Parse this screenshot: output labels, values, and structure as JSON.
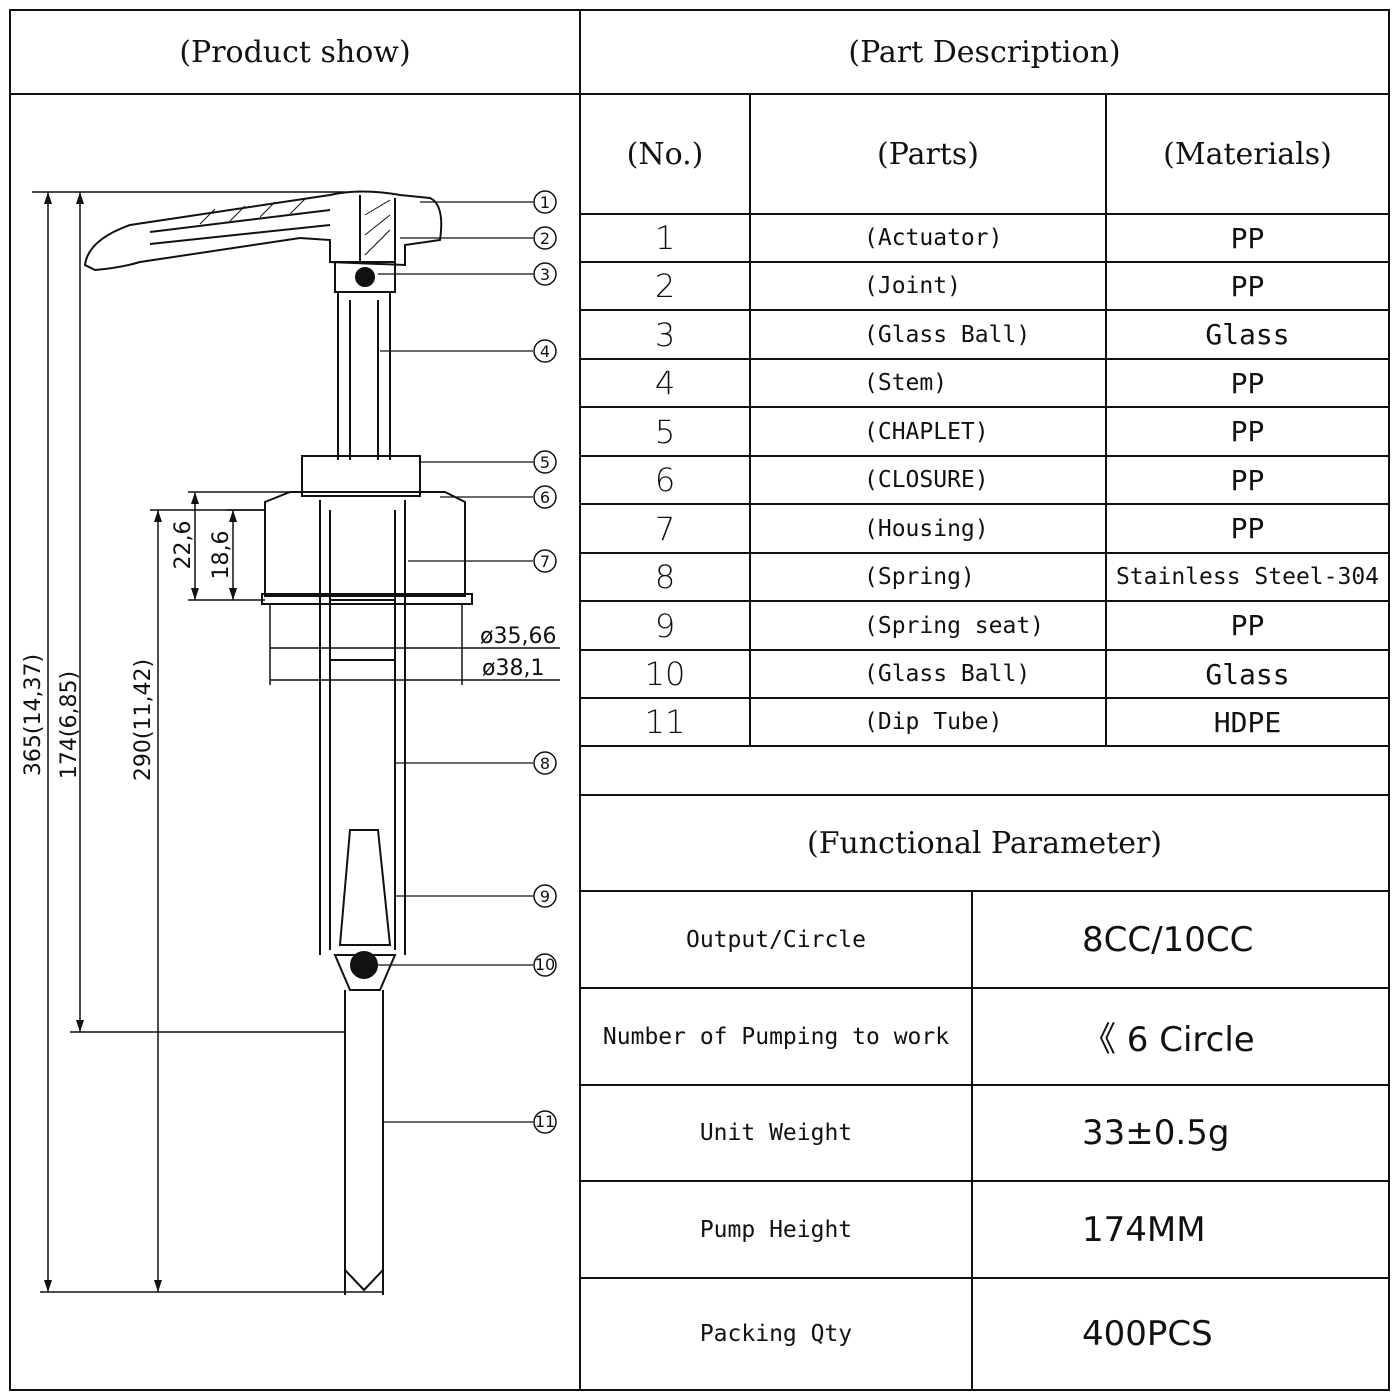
{
  "headers": {
    "product_show": "(Product  show)",
    "part_description": "(Part Description)",
    "functional_parameter": "(Functional Parameter)"
  },
  "parts_table": {
    "columns": [
      "(No.)",
      "(Parts)",
      "(Materials)"
    ],
    "rows": [
      {
        "no": "1",
        "part": "(Actuator)",
        "material": "PP"
      },
      {
        "no": "2",
        "part": "(Joint)",
        "material": "PP"
      },
      {
        "no": "3",
        "part": "(Glass Ball)",
        "material": "Glass"
      },
      {
        "no": "4",
        "part": "(Stem)",
        "material": "PP"
      },
      {
        "no": "5",
        "part": "(CHAPLET)",
        "material": "PP"
      },
      {
        "no": "6",
        "part": "(CLOSURE)",
        "material": "PP"
      },
      {
        "no": "7",
        "part": "(Housing)",
        "material": "PP"
      },
      {
        "no": "8",
        "part": "(Spring)",
        "material": "Stainless Steel-304"
      },
      {
        "no": "9",
        "part": "(Spring seat)",
        "material": "PP"
      },
      {
        "no": "10",
        "part": "(Glass Ball)",
        "material": "Glass"
      },
      {
        "no": "11",
        "part": "(Dip Tube)",
        "material": "HDPE"
      }
    ]
  },
  "parameters": [
    {
      "label": "Output/Circle",
      "value": "8CC/10CC"
    },
    {
      "label": "Number of Pumping to work",
      "value": "《 6 Circle"
    },
    {
      "label": "Unit Weight",
      "value": "33±0.5g"
    },
    {
      "label": "Pump Height",
      "value": "174MM"
    },
    {
      "label": "Packing Qty",
      "value": "400PCS"
    }
  ],
  "drawing": {
    "callouts": [
      "①",
      "②",
      "③",
      "④",
      "⑤",
      "⑥",
      "⑦",
      "⑧",
      "⑨",
      "⑩",
      "⑪"
    ],
    "dimensions": {
      "overall": "365(14,37)",
      "pump": "174(6,85)",
      "tube": "290(11,42)",
      "closure_outer": "22,6",
      "closure_inner": "18,6",
      "dia_inner": "ø35,66",
      "dia_outer": "ø38,1"
    }
  }
}
